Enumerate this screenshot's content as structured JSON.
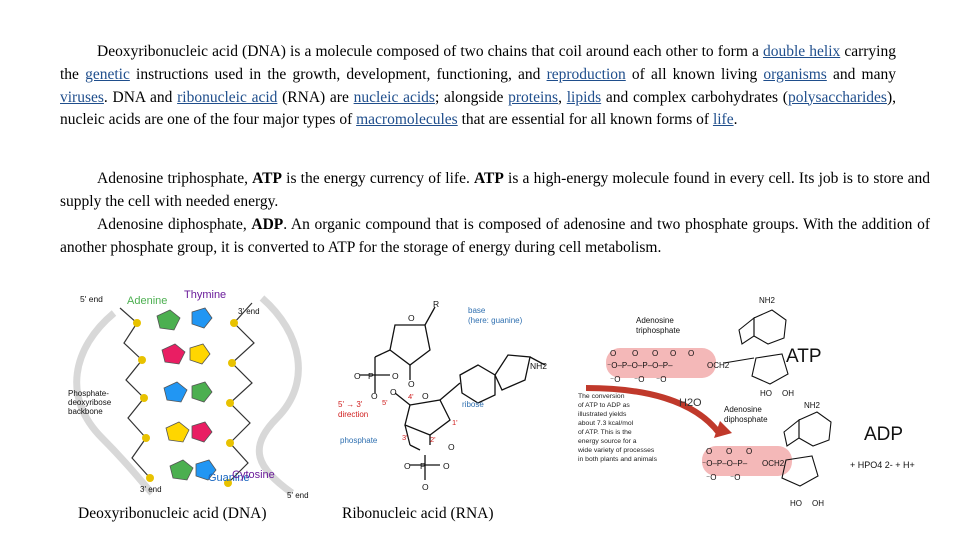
{
  "para1": {
    "t1": "Deoxyribonucleic acid (DNA) is a molecule composed of two chains that coil around each other to form a ",
    "link_double_helix": "double helix",
    "t2": " carrying the ",
    "link_genetic": "genetic",
    "t3": " instructions used in the growth, development, functioning, and ",
    "link_reproduction": "reproduction",
    "t4": " of all known living ",
    "link_organisms": "organisms",
    "t5": " and many ",
    "link_viruses": "viruses",
    "t6": ". DNA and ",
    "link_ribonucleic_acid": "ribonucleic acid",
    "t7": " (RNA) are ",
    "link_nucleic_acids": "nucleic acids",
    "t8": "; alongside ",
    "link_proteins": "proteins",
    "t9": ", ",
    "link_lipids": "lipids",
    "t10": " and complex carbohydrates (",
    "link_polysaccharides": "polysaccharides",
    "t11": "), nucleic acids are one of the four major types of ",
    "link_macromolecules": "macromolecules",
    "t12": " that are essential for all known forms of ",
    "link_life": "life",
    "t13": "."
  },
  "para2": {
    "t1": "Adenosine triphosphate, ",
    "b1": "ATP",
    "t2": " is the energy currency of life. ",
    "b2": "ATP",
    "t3": " is a high-energy molecule found in every cell. Its job is to store and supply the cell with needed energy."
  },
  "para3": {
    "t1": "Adenosine diphosphate, ",
    "b1": "ADP",
    "t2": ". An organic compound that is composed of adenosine and two phosphate groups. With the addition of another phosphate group, it is converted to ATP for the storage of energy during cell metabolism."
  },
  "dna_figure": {
    "five_end_top": "5' end",
    "adenine": "Adenine",
    "thymine": "Thymine",
    "three_end_top": "3' end",
    "backbone_line1": "Phosphate-",
    "backbone_line2": "deoxyribose",
    "backbone_line3": "backbone",
    "guanine": "Guanine",
    "cytosine": "Cytosine",
    "three_end_bottom": "3' end",
    "five_end_bottom": "5' end"
  },
  "rna_figure": {
    "base_line1": "base",
    "base_line2": "(here: guanine)",
    "ribose": "ribose",
    "direction_line1": "5' → 3'",
    "direction_line2": "direction",
    "phosphate": "phosphate",
    "r_label": "R",
    "o_label": "O",
    "nh2": "NH2"
  },
  "atp_figure": {
    "nh2": "NH2",
    "adenosine_tri_line1": "Adenosine",
    "adenosine_tri_line2": "triphosphate",
    "atp": "ATP",
    "h2o": "H2O",
    "conversion_text": [
      "The conversion",
      "of ATP to ADP as",
      "illustrated yields",
      "about 7.3 kcal/mol",
      "of ATP. This is the",
      "energy source for a",
      "wide variety of processes",
      "in both plants and animals"
    ],
    "adenosine_di_line1": "Adenosine",
    "adenosine_di_line2": "diphosphate",
    "adp": "ADP",
    "products": "+ HPO4 2- + H+",
    "ho": "HO",
    "oh": "OH",
    "och2": "OCH2"
  },
  "captions": {
    "dna": "Deoxyribonucleic acid (DNA)",
    "rna": "Ribonucleic acid (RNA)"
  },
  "colors": {
    "link": "#1f4e8c",
    "pink_highlight": "#f4b8b8",
    "arrow_red": "#c0392b",
    "label_blue": "#2e6fb0",
    "label_red": "#d02020"
  }
}
